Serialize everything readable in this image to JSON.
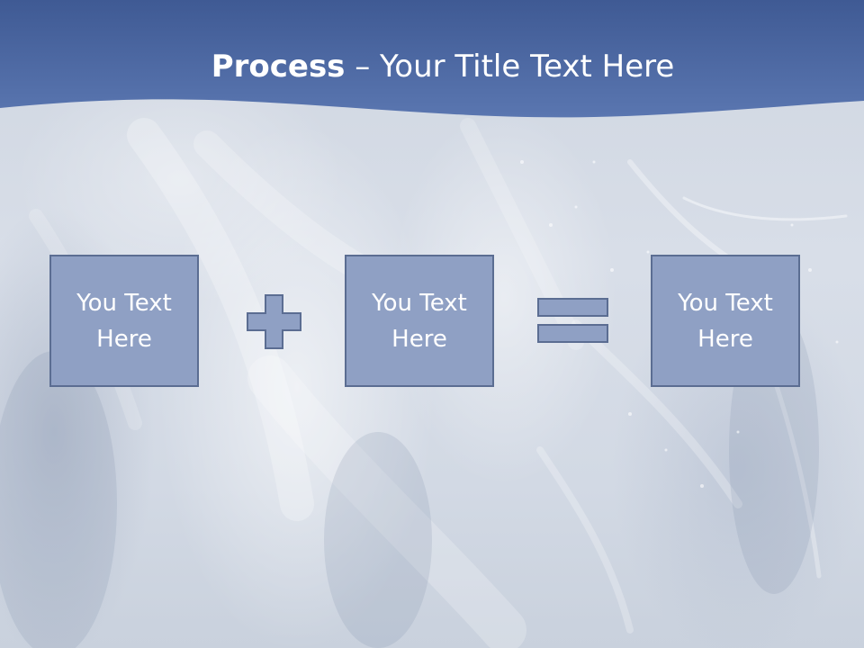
{
  "slide": {
    "title_bold": "Process",
    "title_rest": " – Your Title Text Here",
    "boxes": [
      {
        "label": "You Text Here"
      },
      {
        "label": "You Text Here"
      },
      {
        "label": "You Text Here"
      }
    ],
    "operators": [
      "plus-icon",
      "equals-icon"
    ],
    "colors": {
      "banner": "#4f6aa6",
      "box_fill": "#8fa0c4",
      "box_border": "#5b6d92",
      "title_text": "#ffffff",
      "box_text": "#ffffff"
    }
  }
}
